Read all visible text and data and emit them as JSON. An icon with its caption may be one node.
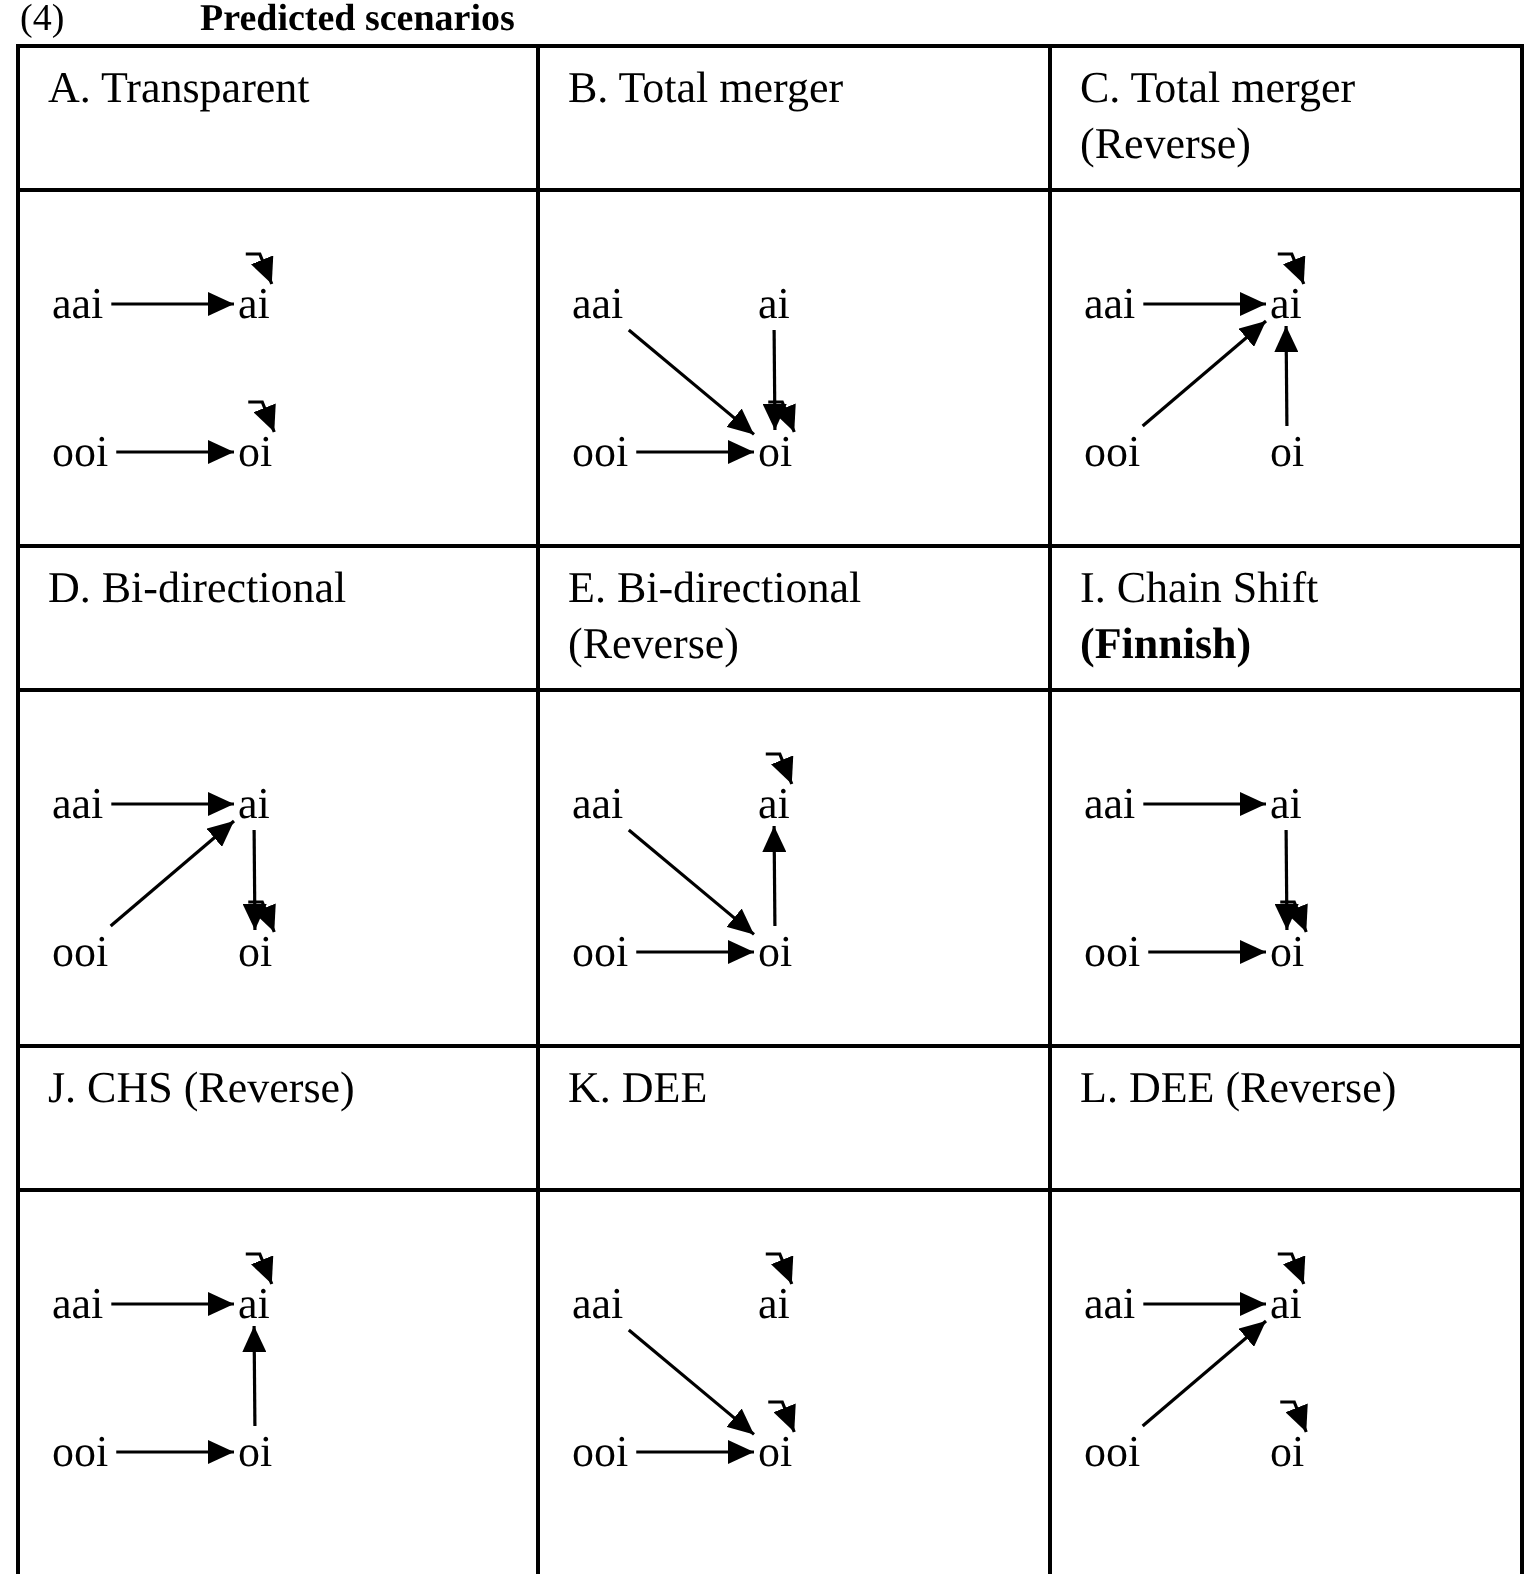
{
  "diagram": {
    "title": "Predicted scenarios",
    "labels": [
      "(4)"
    ],
    "nodes": [
      {
        "text": [
          "A. Transparent"
        ]
      },
      {
        "text": [
          "B. Total merger"
        ]
      },
      {
        "text": [
          "C. Total merger (Reverse)"
        ]
      },
      {
        "text": [],
        "shape": "box"
      },
      {
        "text": [
          "aai"
        ],
        "in": 3
      },
      {
        "text": [
          "ai"
        ],
        "in": 3
      },
      {
        "text": [
          "ooi"
        ],
        "in": 3
      },
      {
        "text": [
          "oi"
        ],
        "in": 3
      },
      {
        "text": [],
        "shape": "box"
      },
      {
        "text": [
          "aai"
        ],
        "in": 8
      },
      {
        "text": [
          "ai"
        ],
        "in": 8
      },
      {
        "text": [
          "ooi"
        ],
        "in": 8
      },
      {
        "text": [
          "oi"
        ],
        "in": 8
      },
      {
        "text": [],
        "shape": "box"
      },
      {
        "text": [
          "aai"
        ],
        "in": 13
      },
      {
        "text": [
          "ai"
        ],
        "in": 13
      },
      {
        "text": [
          "ooi"
        ],
        "in": 13
      },
      {
        "text": [
          "oi"
        ],
        "in": 13
      },
      {
        "text": [
          "D. Bi-directional"
        ]
      },
      {
        "text": [
          "E. Bi-directional (Reverse)"
        ]
      },
      {
        "text": [
          "I. Chain Shift **(Finnish)**"
        ]
      },
      {
        "text": [],
        "shape": "box"
      },
      {
        "text": [
          "aai"
        ],
        "in": 21
      },
      {
        "text": [
          "ai"
        ],
        "in": 21
      },
      {
        "text": [
          "ooi"
        ],
        "in": 21
      },
      {
        "text": [
          "oi"
        ],
        "in": 21
      },
      {
        "text": [],
        "shape": "box"
      },
      {
        "text": [
          "aai"
        ],
        "in": 26
      },
      {
        "text": [
          "ai"
        ],
        "in": 26
      },
      {
        "text": [
          "ooi"
        ],
        "in": 26
      },
      {
        "text": [
          "oi"
        ],
        "in": 26
      },
      {
        "text": [],
        "shape": "box"
      },
      {
        "text": [
          "aai"
        ],
        "in": 31
      },
      {
        "text": [
          "ai"
        ],
        "in": 31
      },
      {
        "text": [
          "ooi"
        ],
        "in": 31
      },
      {
        "text": [
          "oi"
        ],
        "in": 31
      },
      {
        "text": [
          "J. CHS (Reverse)"
        ]
      },
      {
        "text": [
          "K. DEE"
        ]
      },
      {
        "text": [
          "L. DEE (Reverse)"
        ]
      },
      {
        "text": [],
        "shape": "box"
      },
      {
        "text": [
          "aai"
        ],
        "in": 39
      },
      {
        "text": [
          "ai"
        ],
        "in": 39
      },
      {
        "text": [
          "ooi"
        ],
        "in": 39
      },
      {
        "text": [
          "oi"
        ],
        "in": 39
      },
      {
        "text": [],
        "shape": "box"
      },
      {
        "text": [
          "aai"
        ],
        "in": 44
      },
      {
        "text": [
          "ai"
        ],
        "in": 44
      },
      {
        "text": [
          "ooi"
        ],
        "in": 44
      },
      {
        "text": [
          "oi"
        ],
        "in": 44
      },
      {
        "text": [],
        "shape": "box"
      },
      {
        "text": [
          "aai"
        ],
        "in": 49
      },
      {
        "text": [
          "ai"
        ],
        "in": 49
      },
      {
        "text": [
          "ooi"
        ],
        "in": 49
      },
      {
        "text": [
          "oi"
        ],
        "in": 49
      }
    ],
    "edges": [
      {
        "from": 4,
        "to": 5,
        "arrow": "to"
      },
      {
        "from": 6,
        "to": 7,
        "arrow": "to"
      },
      {
        "from": 5,
        "to": 5,
        "arrow": "to"
      },
      {
        "from": 7,
        "to": 7,
        "arrow": "to"
      },
      {
        "from": 9,
        "to": 12,
        "arrow": "to"
      },
      {
        "from": 10,
        "to": 12,
        "arrow": "to"
      },
      {
        "from": 11,
        "to": 12,
        "arrow": "to"
      },
      {
        "from": 12,
        "to": 12,
        "arrow": "to"
      },
      {
        "from": 14,
        "to": 15,
        "arrow": "to"
      },
      {
        "from": 16,
        "to": 15,
        "arrow": "to"
      },
      {
        "from": 17,
        "to": 15,
        "arrow": "to"
      },
      {
        "from": 15,
        "to": 15,
        "arrow": "to"
      },
      {
        "from": 22,
        "to": 23,
        "arrow": "to"
      },
      {
        "from": 24,
        "to": 23,
        "arrow": "to"
      },
      {
        "from": 23,
        "to": 25,
        "arrow": "to"
      },
      {
        "from": 25,
        "to": 25,
        "arrow": "to"
      },
      {
        "from": 27,
        "to": 30,
        "arrow": "to"
      },
      {
        "from": 29,
        "to": 30,
        "arrow": "to"
      },
      {
        "from": 30,
        "to": 28,
        "arrow": "to"
      },
      {
        "from": 28,
        "to": 28,
        "arrow": "to"
      },
      {
        "from": 32,
        "to": 33,
        "arrow": "to"
      },
      {
        "from": 33,
        "to": 35,
        "arrow": "to"
      },
      {
        "from": 34,
        "to": 35,
        "arrow": "to"
      },
      {
        "from": 35,
        "to": 35,
        "arrow": "to"
      },
      {
        "from": 40,
        "to": 41,
        "arrow": "to"
      },
      {
        "from": 42,
        "to": 43,
        "arrow": "to"
      },
      {
        "from": 43,
        "to": 41,
        "arrow": "to"
      },
      {
        "from": 41,
        "to": 41,
        "arrow": "to"
      },
      {
        "from": 45,
        "to": 48,
        "arrow": "to"
      },
      {
        "from": 47,
        "to": 48,
        "arrow": "to"
      },
      {
        "from": 46,
        "to": 46,
        "arrow": "to"
      },
      {
        "from": 48,
        "to": 48,
        "arrow": "to"
      },
      {
        "from": 50,
        "to": 51,
        "arrow": "to"
      },
      {
        "from": 52,
        "to": 51,
        "arrow": "to"
      },
      {
        "from": 51,
        "to": 51,
        "arrow": "to"
      },
      {
        "from": 53,
        "to": 53,
        "arrow": "to"
      }
    ]
  }
}
